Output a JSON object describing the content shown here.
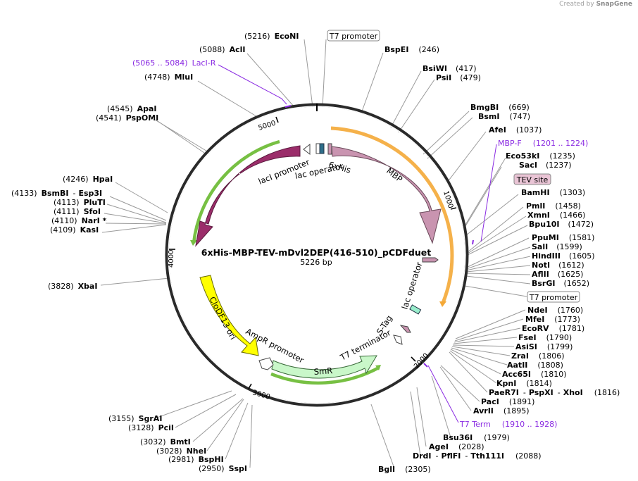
{
  "credit": {
    "prefix": "Created by",
    "brand": "SnapGene"
  },
  "plasmid": {
    "name": "6xHis-MBP-TEV-mDvl2DEP(416-510)_pCDFduet",
    "length": "5226 bp"
  },
  "ticks": [
    "1000",
    "2000",
    "3000",
    "4000",
    "5000"
  ],
  "features": {
    "mbp": "MBP",
    "his": "6xHis",
    "laci": "LacI",
    "laci_promoter": "lacI promoter",
    "lac_operator_top": "lac operator",
    "lac_operator_right": "lac operator",
    "stag": "S-Tag",
    "t7_terminator": "T7 terminator",
    "smr": "SmR",
    "ampr_promoter": "AmpR promoter",
    "cdf_ori": "CloDF13 ori"
  },
  "boxed_labels": {
    "t7_promoter_top": "T7 promoter",
    "tev_site": "TEV site",
    "t7_promoter_right": "T7 promoter"
  },
  "primers": [
    {
      "range": "(5065 .. 5084)",
      "name": "LacI-R"
    },
    {
      "range": "(1201 .. 1224)",
      "name": "MBP-F"
    },
    {
      "range": "(1910 .. 1928)",
      "name": "T7 Term"
    }
  ],
  "sites": {
    "econi": {
      "name": "EcoNI",
      "pos": "(5216)"
    },
    "acli": {
      "name": "AclI",
      "pos": "(5088)"
    },
    "mlui": {
      "name": "MluI",
      "pos": "(4748)"
    },
    "apai": {
      "name": "ApaI",
      "pos": "(4545)"
    },
    "pspomi": {
      "name": "PspOMI",
      "pos": "(4541)"
    },
    "hpai": {
      "name": "HpaI",
      "pos": "(4246)"
    },
    "bsmbi": {
      "name": "BsmBI",
      "pos": "(4133)"
    },
    "esp3i": {
      "name": "Esp3I",
      "dash": "-"
    },
    "pluti": {
      "name": "PluTI",
      "pos": "(4113)"
    },
    "sfoi": {
      "name": "SfoI",
      "pos": "(4111)"
    },
    "nari": {
      "name": "NarI *",
      "pos": "(4110)"
    },
    "kasi": {
      "name": "KasI",
      "pos": "(4109)"
    },
    "xbai": {
      "name": "XbaI",
      "pos": "(3828)"
    },
    "sgrai": {
      "name": "SgrAI",
      "pos": "(3155)"
    },
    "pcii": {
      "name": "PciI",
      "pos": "(3128)"
    },
    "bmti": {
      "name": "BmtI",
      "pos": "(3032)"
    },
    "nhei": {
      "name": "NheI",
      "pos": "(3028)"
    },
    "bsphi": {
      "name": "BspHI",
      "pos": "(2981)"
    },
    "sspi": {
      "name": "SspI",
      "pos": "(2950)"
    },
    "bspei": {
      "name": "BspEI",
      "pos": "(246)"
    },
    "bsiwi": {
      "name": "BsiWI",
      "pos": "(417)"
    },
    "psii": {
      "name": "PsiI",
      "pos": "(479)"
    },
    "bmgbi": {
      "name": "BmgBI",
      "pos": "(669)"
    },
    "bsmi": {
      "name": "BsmI",
      "pos": "(747)"
    },
    "afei": {
      "name": "AfeI",
      "pos": "(1037)"
    },
    "eco53ki": {
      "name": "Eco53kI",
      "pos": "(1235)"
    },
    "saci": {
      "name": "SacI",
      "pos": "(1237)"
    },
    "bamhi": {
      "name": "BamHI",
      "pos": "(1303)"
    },
    "pmli": {
      "name": "PmlI",
      "pos": "(1458)"
    },
    "xmni": {
      "name": "XmnI",
      "pos": "(1466)"
    },
    "bpu10i": {
      "name": "Bpu10I",
      "pos": "(1472)"
    },
    "ppumi": {
      "name": "PpuMI",
      "pos": "(1581)"
    },
    "sali": {
      "name": "SalI",
      "pos": "(1599)"
    },
    "hindiii": {
      "name": "HindIII",
      "pos": "(1605)"
    },
    "noti": {
      "name": "NotI",
      "pos": "(1612)"
    },
    "aflii": {
      "name": "AflII",
      "pos": "(1625)"
    },
    "bsrgi": {
      "name": "BsrGI",
      "pos": "(1652)"
    },
    "ndei": {
      "name": "NdeI",
      "pos": "(1760)"
    },
    "mfei": {
      "name": "MfeI",
      "pos": "(1773)"
    },
    "ecorv": {
      "name": "EcoRV",
      "pos": "(1781)"
    },
    "fsei": {
      "name": "FseI",
      "pos": "(1790)"
    },
    "asisi": {
      "name": "AsiSI",
      "pos": "(1799)"
    },
    "zrai": {
      "name": "ZraI",
      "pos": "(1806)"
    },
    "aatii": {
      "name": "AatII",
      "pos": "(1808)"
    },
    "acc65i": {
      "name": "Acc65I",
      "pos": "(1810)"
    },
    "kpni": {
      "name": "KpnI",
      "pos": "(1814)"
    },
    "paer7i": {
      "name": "PaeR7I",
      "dash1": "-",
      "name2": "PspXI",
      "dash2": "-",
      "name3": "XhoI",
      "pos": "(1816)"
    },
    "paci": {
      "name": "PacI",
      "pos": "(1891)"
    },
    "avrii": {
      "name": "AvrII",
      "pos": "(1895)"
    },
    "bsu36i": {
      "name": "Bsu36I",
      "pos": "(1979)"
    },
    "agei": {
      "name": "AgeI",
      "pos": "(2028)"
    },
    "drdi": {
      "name": "DrdI",
      "dash1": "-",
      "name2": "PflFI",
      "dash2": "-",
      "name3": "Tth111I",
      "pos": "(2088)"
    },
    "bgli": {
      "name": "BglI",
      "pos": "(2305)"
    }
  },
  "colors": {
    "mbp": "#c994b0",
    "laci": "#9b2d6a",
    "smr": "#c9f7c9",
    "cdf_ori": "#ffff00",
    "highlight_green": "#77c043",
    "highlight_orange": "#f4a836",
    "primer": "#8a2be2",
    "backbone": "#2a2a2a"
  }
}
